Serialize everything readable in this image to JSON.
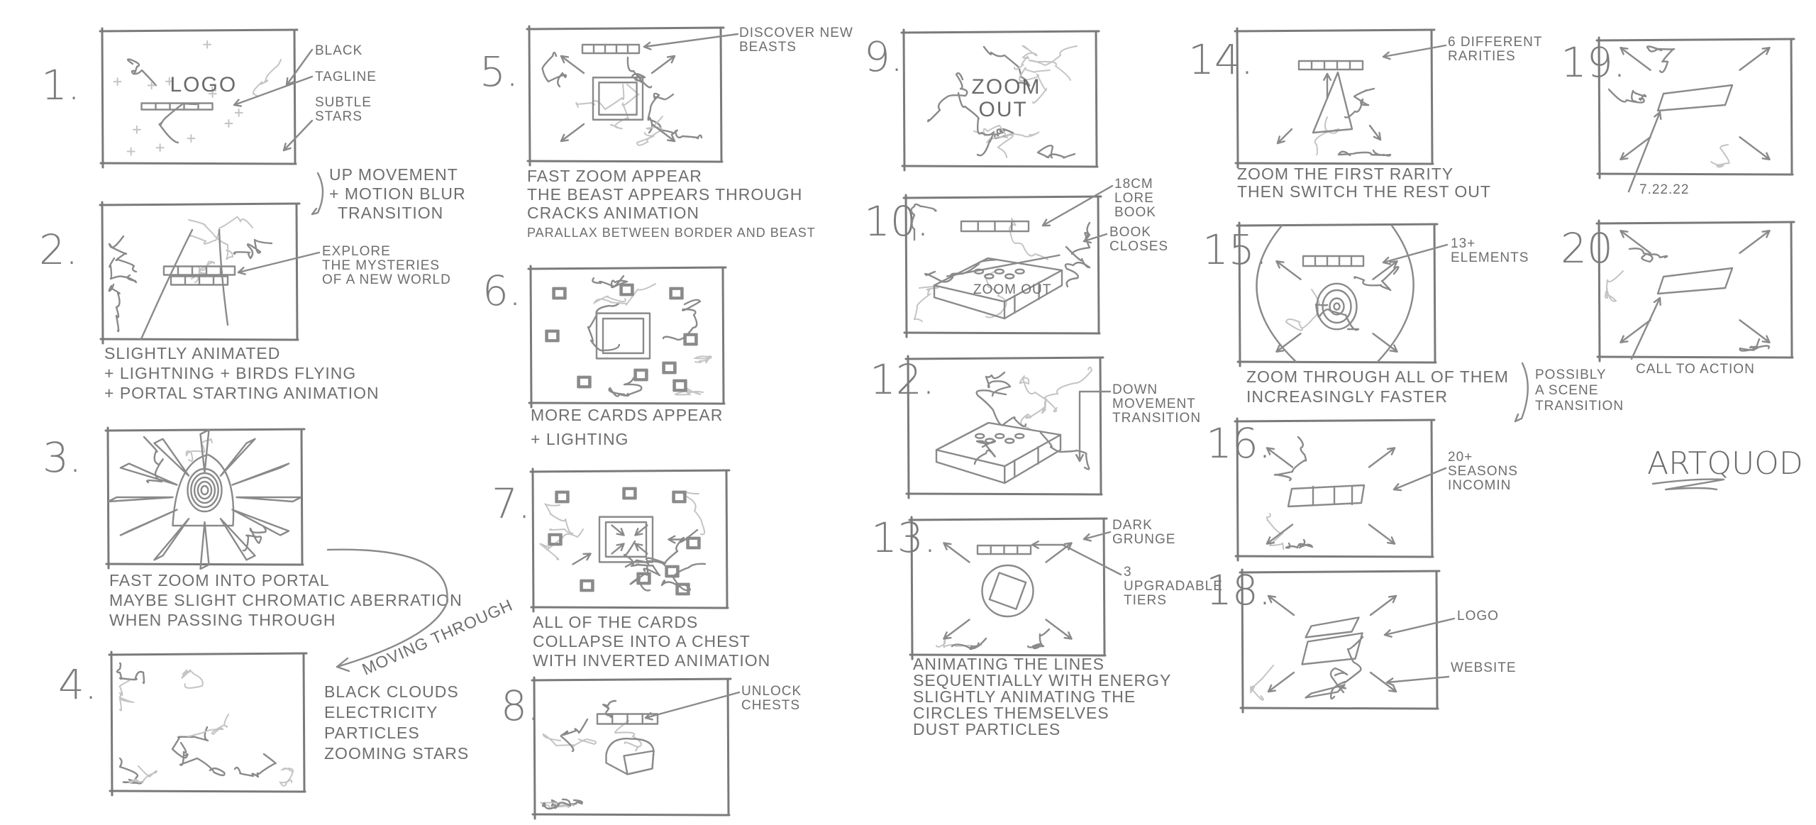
{
  "title": "Storyboard",
  "signature": "ARTQUOD",
  "panels": [
    {
      "number": "1.",
      "inner_text": [
        "LOGO"
      ],
      "notes": [],
      "callouts": [
        {
          "lines": [
            "BLACK"
          ]
        },
        {
          "lines": [
            "TAGLINE"
          ]
        },
        {
          "lines": [
            "SUBTLE",
            "STARS"
          ]
        }
      ]
    },
    {
      "number": "2.",
      "inner_text": [],
      "notes": [
        "SLIGHTLY ANIMATED",
        "+ LIGHTNING + BIRDS FLYING",
        "+ PORTAL STARTING ANIMATION"
      ],
      "callouts": [
        {
          "lines": [
            "EXPLORE",
            "THE MYSTERIES",
            "OF A NEW WORLD"
          ]
        }
      ]
    },
    {
      "number": "3.",
      "inner_text": [],
      "notes": [
        "FAST ZOOM INTO PORTAL",
        "MAYBE SLIGHT CHROMATIC ABERRATION",
        "WHEN PASSING THROUGH"
      ],
      "callouts": []
    },
    {
      "number": "4.",
      "inner_text": [],
      "notes": [
        "BLACK CLOUDS",
        "ELECTRICITY",
        "PARTICLES",
        "ZOOMING STARS"
      ],
      "callouts": []
    },
    {
      "number": "5.",
      "inner_text": [],
      "notes": [
        "FAST ZOOM APPEAR",
        "THE BEAST APPEARS THROUGH",
        "CRACKS ANIMATION",
        "PARALLAX BETWEEN BORDER AND BEAST"
      ],
      "callouts": [
        {
          "lines": [
            "DISCOVER NEW",
            "BEASTS"
          ]
        }
      ]
    },
    {
      "number": "6.",
      "inner_text": [],
      "notes": [
        "MORE CARDS APPEAR",
        "+ LIGHTING"
      ],
      "callouts": []
    },
    {
      "number": "7.",
      "inner_text": [],
      "notes": [
        "ALL OF THE CARDS",
        "COLLAPSE INTO A CHEST",
        "WITH INVERTED ANIMATION"
      ],
      "callouts": []
    },
    {
      "number": "8.",
      "inner_text": [],
      "notes": [],
      "callouts": [
        {
          "lines": [
            "UNLOCK",
            "CHESTS"
          ]
        }
      ]
    },
    {
      "number": "9.",
      "inner_text": [
        "ZOOM",
        "OUT"
      ],
      "notes": [],
      "callouts": []
    },
    {
      "number": "10.",
      "inner_text": [
        "ZOOM OUT"
      ],
      "notes": [],
      "callouts": [
        {
          "lines": [
            "18CM",
            "LORE",
            "BOOK"
          ]
        },
        {
          "lines": [
            "BOOK",
            "CLOSES"
          ]
        }
      ]
    },
    {
      "number": "12.",
      "inner_text": [],
      "notes": [],
      "callouts": [
        {
          "lines": [
            "DOWN",
            "MOVEMENT",
            "TRANSITION"
          ]
        }
      ]
    },
    {
      "number": "13.",
      "inner_text": [],
      "notes": [
        "ANIMATING THE LINES",
        "SEQUENTIALLY WITH ENERGY",
        "SLIGHTLY ANIMATING THE",
        "CIRCLES THEMSELVES",
        "DUST PARTICLES"
      ],
      "callouts": [
        {
          "lines": [
            "DARK",
            "GRUNGE"
          ]
        },
        {
          "lines": [
            "3",
            "UPGRADABLE",
            "TIERS"
          ]
        }
      ]
    },
    {
      "number": "14.",
      "inner_text": [],
      "notes": [
        "ZOOM THE FIRST RARITY",
        "THEN SWITCH THE REST OUT"
      ],
      "callouts": [
        {
          "lines": [
            "6 DIFFERENT",
            "RARITIES"
          ]
        }
      ]
    },
    {
      "number": "15.",
      "inner_text": [],
      "notes": [
        "ZOOM THROUGH ALL OF THEM",
        "INCREASINGLY FASTER"
      ],
      "callouts": [
        {
          "lines": [
            "13+",
            "ELEMENTS"
          ]
        }
      ]
    },
    {
      "number": "16.",
      "inner_text": [],
      "notes": [],
      "callouts": [
        {
          "lines": [
            "20+",
            "SEASONS",
            "INCOMIN"
          ]
        }
      ]
    },
    {
      "number": "18.",
      "inner_text": [],
      "notes": [],
      "callouts": [
        {
          "lines": [
            "LOGO"
          ]
        },
        {
          "lines": [
            "WEBSITE"
          ]
        }
      ]
    },
    {
      "number": "19.",
      "inner_text": [],
      "notes": [],
      "callouts": [
        {
          "lines": [
            "7.22.22"
          ]
        }
      ]
    },
    {
      "number": "20",
      "inner_text": [],
      "notes": [],
      "callouts": [
        {
          "lines": [
            "CALL TO ACTION"
          ]
        }
      ]
    }
  ],
  "transitions": [
    {
      "lines": [
        "UP MOVEMENT",
        "+ MOTION BLUR",
        "TRANSITION"
      ]
    },
    {
      "lines": [
        "MOVING THROUGH"
      ]
    },
    {
      "lines": [
        "POSSIBLY",
        "A SCENE",
        "TRANSITION"
      ]
    }
  ]
}
